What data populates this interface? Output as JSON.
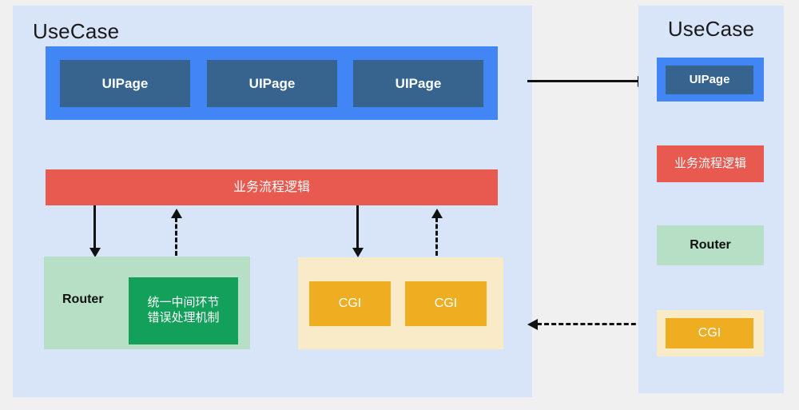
{
  "diagram": {
    "background_color": "#f0f0f0",
    "panel_color": "#d8e4f7",
    "left_panel": {
      "title": "UseCase",
      "ui_layer": {
        "frame_color": "#4285f4",
        "pages": [
          {
            "label": "UIPage"
          },
          {
            "label": "UIPage"
          },
          {
            "label": "UIPage"
          }
        ],
        "page_color": "#36648f"
      },
      "business_band": {
        "label": "业务流程逻辑",
        "color": "#e8594f"
      },
      "router_group": {
        "label": "Router",
        "color": "#b7dfc6",
        "middleware": {
          "line1": "统一中间环节",
          "line2": "错误处理机制",
          "color": "#13a05a"
        }
      },
      "cgi_group": {
        "color": "#faebc8",
        "items": [
          {
            "label": "CGI"
          },
          {
            "label": "CGI"
          }
        ],
        "item_color": "#efae21"
      }
    },
    "right_panel": {
      "title": "UseCase",
      "ui_page": {
        "label": "UIPage",
        "frame_color": "#4285f4",
        "color": "#36648f"
      },
      "business": {
        "label": "业务流程逻辑",
        "color": "#e8594f"
      },
      "router": {
        "label": "Router",
        "color": "#b7dfc6"
      },
      "cgi": {
        "label": "CGI",
        "frame_color": "#faebc8",
        "color": "#efae21"
      }
    },
    "connectors": {
      "top_arrow": {
        "style": "solid",
        "direction": "right"
      },
      "bottom_arrow": {
        "style": "dashed",
        "direction": "left"
      },
      "router_down": {
        "style": "solid",
        "direction": "down"
      },
      "router_up": {
        "style": "dashed",
        "direction": "up"
      },
      "cgi_down": {
        "style": "solid",
        "direction": "down"
      },
      "cgi_up": {
        "style": "dashed",
        "direction": "up"
      }
    }
  }
}
